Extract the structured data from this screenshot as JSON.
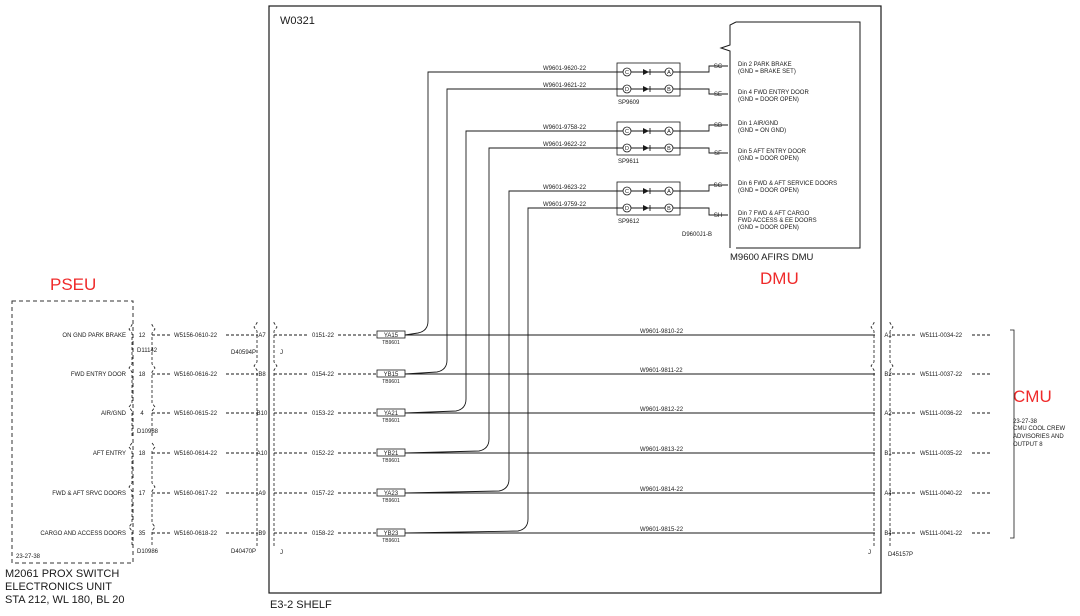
{
  "diagram": {
    "shelf_id": "W0321",
    "shelf_name": "E3-2 SHELF",
    "pseu": {
      "heading": "PSEU",
      "ref": "23-27-38",
      "name_lines": [
        "M2061 PROX SWITCH",
        "ELECTRONICS UNIT",
        "STA 212, WL 180, BL 20"
      ]
    },
    "dmu": {
      "heading": "DMU",
      "name": "M9600 AFIRS DMU",
      "connector": "D9600J1-B",
      "pins": [
        {
          "pin": "SC",
          "lines": [
            "Din 2 PARK BRAKE",
            "(GND = BRAKE SET)"
          ]
        },
        {
          "pin": "SE",
          "lines": [
            "Din 4 FWD ENTRY DOOR",
            "(GND = DOOR OPEN)"
          ]
        },
        {
          "pin": "SB",
          "lines": [
            "Din 1 AIR/GND",
            "(GND = ON GND)"
          ]
        },
        {
          "pin": "SF",
          "lines": [
            "Din 5 AFT ENTRY DOOR",
            "(GND = DOOR OPEN)"
          ]
        },
        {
          "pin": "SG",
          "lines": [
            "Din 6 FWD & AFT SERVICE DOORS",
            "(GND = DOOR OPEN)"
          ]
        },
        {
          "pin": "SH",
          "lines": [
            "Din 7 FWD & AFT CARGO",
            "FWD ACCESS & EE DOORS",
            "(GND = DOOR OPEN)"
          ]
        }
      ]
    },
    "splices": [
      {
        "id": "SP9609",
        "wires": [
          "W9601-9620-22",
          "W9601-9621-22"
        ]
      },
      {
        "id": "SP9611",
        "wires": [
          "W9601-9758-22",
          "W9601-9622-22"
        ]
      },
      {
        "id": "SP9612",
        "wires": [
          "W9601-9623-22",
          "W9601-9759-22"
        ]
      }
    ],
    "splice_letters": [
      [
        "C",
        "A"
      ],
      [
        "D",
        "B"
      ]
    ],
    "cmu": {
      "heading": "CMU",
      "ref": "23-27-38",
      "lines": [
        "CMU COOL CREW",
        "ADVISORIES AND",
        "OUTPUT 8"
      ],
      "connector": "D45157P"
    },
    "connectors": {
      "pseu_upper": "D11142",
      "pseu_mid": "D10988",
      "pseu_lower": "D10986",
      "shelf_upper": "D40594P",
      "shelf_lower": "D40470P",
      "j_label": "J"
    },
    "signals": [
      {
        "label": "ON GND PARK BRAKE",
        "pseu_pin": "12",
        "pseu_wire": "W5156-0610-22",
        "shelf_pin": "A7",
        "shelf_wire": "0151-22",
        "tb": "YA15",
        "tb_block": "TB9601",
        "main_wire": "W9601-9810-22",
        "cmu_pin": "A1",
        "cmu_wire": "W5111-0034-22"
      },
      {
        "label": "FWD ENTRY DOOR",
        "pseu_pin": "18",
        "pseu_wire": "W5160-0616-22",
        "shelf_pin": "B8",
        "shelf_wire": "0154-22",
        "tb": "YB15",
        "tb_block": "TB9601",
        "main_wire": "W9601-9811-22",
        "cmu_pin": "B2",
        "cmu_wire": "W5111-0037-22"
      },
      {
        "label": "AIR/GND",
        "pseu_pin": "4",
        "pseu_wire": "W5160-0615-22",
        "shelf_pin": "B10",
        "shelf_wire": "0153-22",
        "tb": "YA21",
        "tb_block": "TB9601",
        "main_wire": "W9601-9812-22",
        "cmu_pin": "A2",
        "cmu_wire": "W5111-0036-22"
      },
      {
        "label": "AFT ENTRY",
        "pseu_pin": "18",
        "pseu_wire": "W5160-0614-22",
        "shelf_pin": "A10",
        "shelf_wire": "0152-22",
        "tb": "YB21",
        "tb_block": "TB9601",
        "main_wire": "W9601-9813-22",
        "cmu_pin": "B1",
        "cmu_wire": "W5111-0035-22"
      },
      {
        "label": "FWD & AFT SRVC DOORS",
        "pseu_pin": "17",
        "pseu_wire": "W5160-0617-22",
        "shelf_pin": "A9",
        "shelf_wire": "0157-22",
        "tb": "YA23",
        "tb_block": "TB9601",
        "main_wire": "W9601-9814-22",
        "cmu_pin": "A4",
        "cmu_wire": "W5111-0040-22"
      },
      {
        "label": "CARGO AND ACCESS DOORS",
        "pseu_pin": "35",
        "pseu_wire": "W5160-0618-22",
        "shelf_pin": "B9",
        "shelf_wire": "0158-22",
        "tb": "YB23",
        "tb_block": "TB9601",
        "main_wire": "W9601-9815-22",
        "cmu_pin": "B4",
        "cmu_wire": "W5111-0041-22"
      }
    ],
    "colors": {
      "line": "#1a1a1a",
      "heading": "#ef2a2a"
    }
  }
}
